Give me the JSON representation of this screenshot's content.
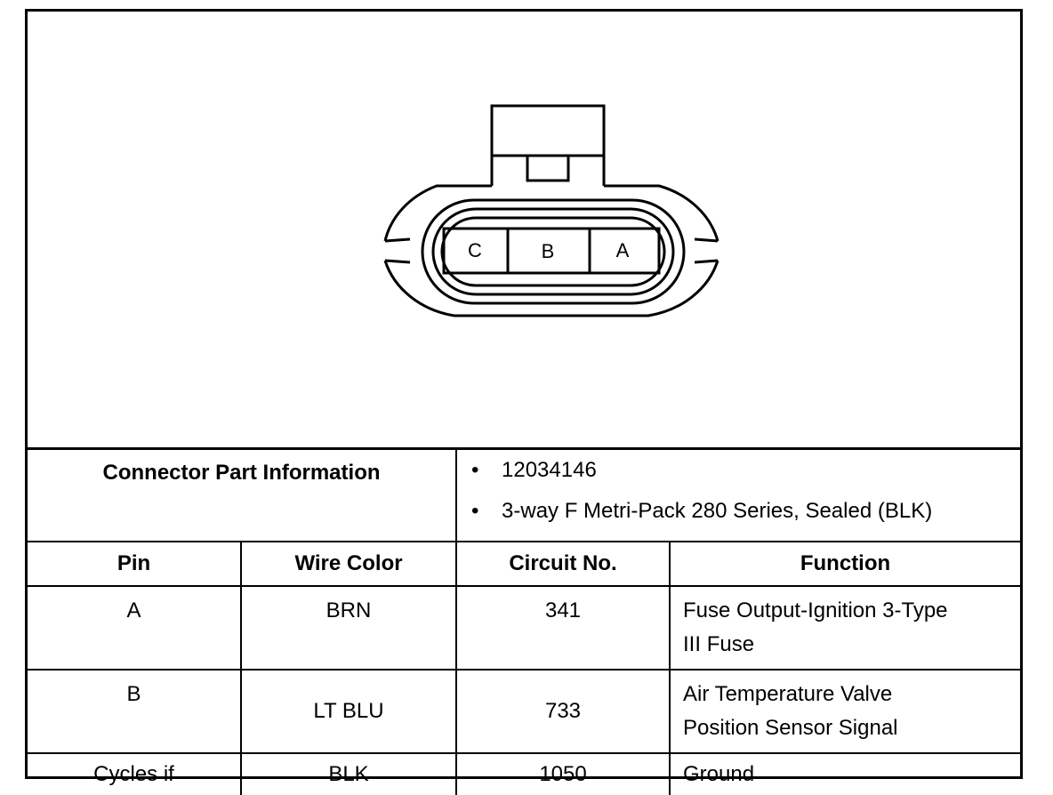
{
  "connector": {
    "cavities": [
      "C",
      "B",
      "A"
    ]
  },
  "part_info": {
    "label": "Connector Part Information",
    "items": [
      "12034146",
      "3-way F Metri-Pack 280 Series, Sealed (BLK)"
    ],
    "bullet": "•"
  },
  "columns": [
    "Pin",
    "Wire Color",
    "Circuit No.",
    "Function"
  ],
  "rows": [
    {
      "pin": "A",
      "wire_color": "BRN",
      "circuit": "341",
      "function_line1": "Fuse Output-Ignition 3-Type",
      "function_line2": "III Fuse"
    },
    {
      "pin": "B",
      "wire_color": "LT BLU",
      "circuit": "733",
      "function_line1": "Air Temperature Valve",
      "function_line2": "Position Sensor Signal"
    },
    {
      "pin": "Cycles if",
      "wire_color": "BLK",
      "circuit": "1050",
      "function_line1": "Ground",
      "function_line2": ""
    }
  ]
}
